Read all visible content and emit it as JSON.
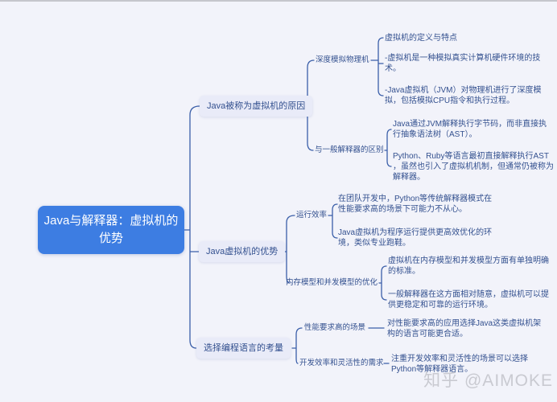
{
  "colors": {
    "background": "#F2F3FA",
    "root_bg": "#3D7DE2",
    "root_text": "#FFFFFF",
    "branch_bg": "#E9EBF8",
    "text": "#33508F",
    "connector": "#3B5FA9",
    "watermark": "#C9CAD1"
  },
  "root": {
    "label": "Java与解释器：虚拟机的\n优势"
  },
  "branches": [
    {
      "label": "Java被称为虚拟机的原因",
      "children": [
        {
          "label": "深度模拟物理机",
          "leaves": [
            "虚拟机的定义与特点",
            "-虚拟机是一种模拟真实计算机硬件环境的技\n术。",
            "-Java虚拟机（JVM）对物理机进行了深度模\n拟，包括模拟CPU指令和执行过程。"
          ]
        },
        {
          "label": "与一般解释器的区别",
          "leaves": [
            "Java通过JVM解释执行字节码，而非直接执\n行抽象语法树（AST）。",
            "Python、Ruby等语言最初直接解释执行AST\n，虽然也引入了虚拟机机制，但通常仍被称为\n解释器。"
          ]
        }
      ]
    },
    {
      "label": "Java虚拟机的优势",
      "children": [
        {
          "label": "运行效率",
          "leaves": [
            "在团队开发中，Python等传统解释器模式在\n性能要求高的场景下可能力不从心。",
            "Java虚拟机为程序运行提供更高效优化的环\n境，类似专业跑鞋。"
          ]
        },
        {
          "label": "内存模型和并发模型的优化",
          "leaves": [
            "虚拟机在内存模型和并发模型方面有单独明确\n的标准。",
            "一般解释器在这方面相对随意，虚拟机可以提\n供更稳定和可靠的运行环境。"
          ]
        }
      ]
    },
    {
      "label": "选择编程语言的考量",
      "children": [
        {
          "label": "性能要求高的场景",
          "leaves": [
            "对性能要求高的应用选择Java这类虚拟机架\n构的语言可能更合适。"
          ]
        },
        {
          "label": "开发效率和灵活性的需求",
          "leaves": [
            "注重开发效率和灵活性的场景可以选择\nPython等解释器语言。"
          ]
        }
      ]
    }
  ],
  "watermark": "知乎 @AIMOKE"
}
